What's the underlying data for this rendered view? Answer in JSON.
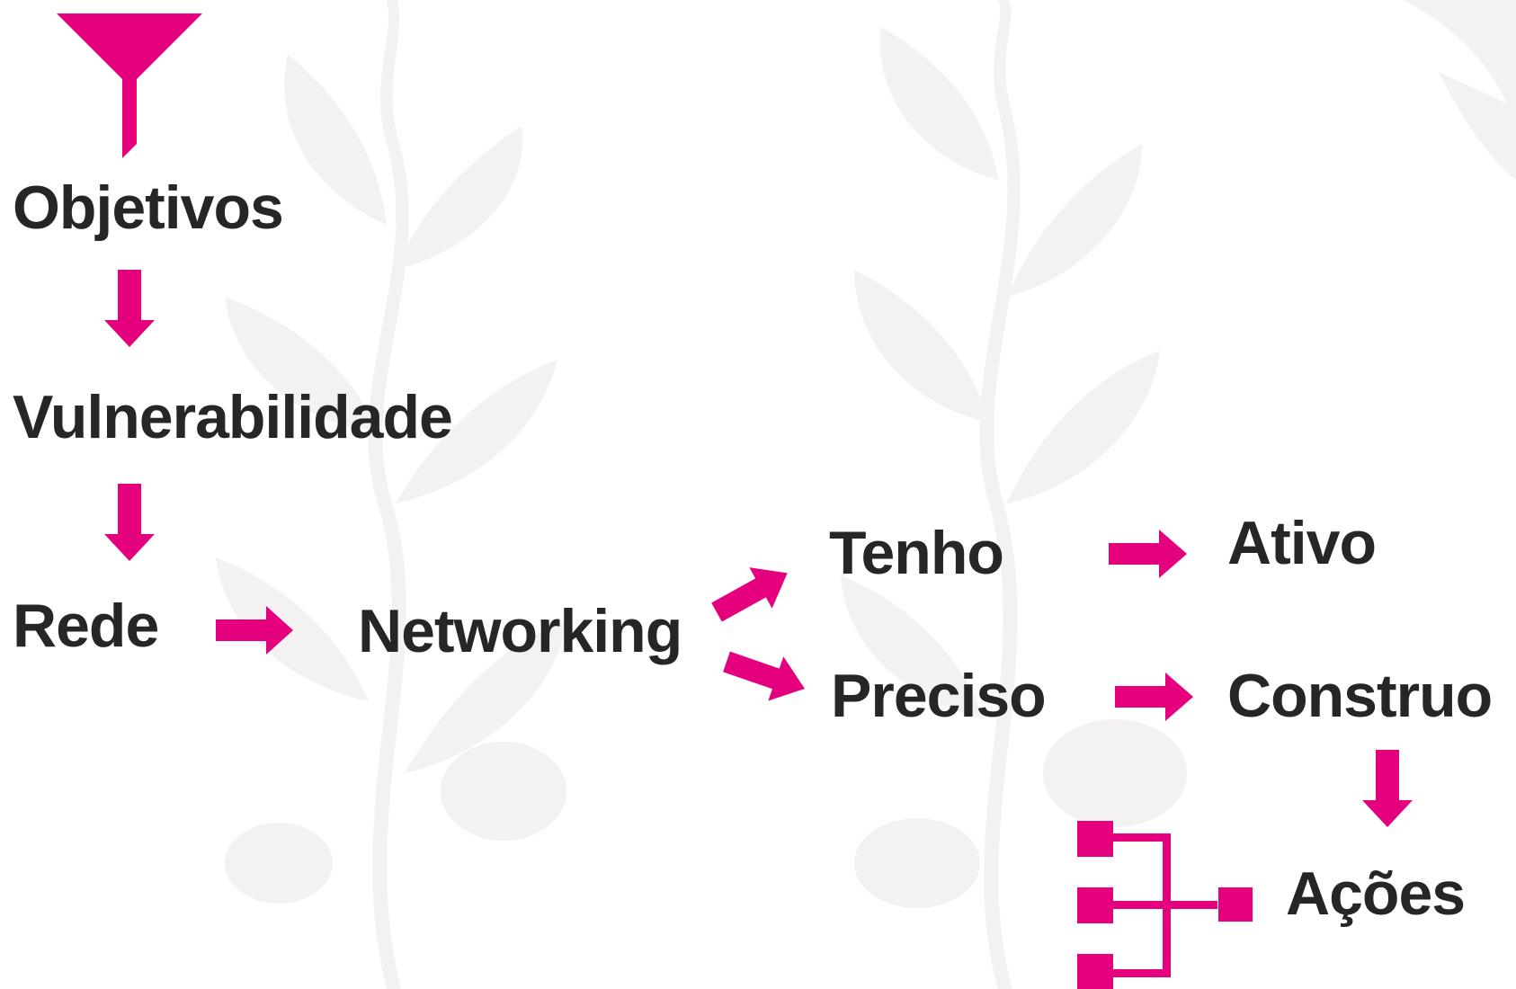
{
  "colors": {
    "accent": "#e5007e",
    "text": "#262626",
    "background": "#ffffff",
    "ornament": "#f1eff0"
  },
  "diagram": {
    "nodes": {
      "objetivos": "Objetivos",
      "vulnerabilidade": "Vulnerabilidade",
      "rede": "Rede",
      "networking": "Networking",
      "tenho": "Tenho",
      "preciso": "Preciso",
      "ativo": "Ativo",
      "construo": "Construo",
      "acoes": "Ações"
    },
    "icons": {
      "top": "funnel-icon",
      "bottom": "hierarchy-icon"
    },
    "edges": [
      {
        "from": "objetivos",
        "to": "vulnerabilidade"
      },
      {
        "from": "vulnerabilidade",
        "to": "rede"
      },
      {
        "from": "rede",
        "to": "networking"
      },
      {
        "from": "networking",
        "to": "tenho"
      },
      {
        "from": "networking",
        "to": "preciso"
      },
      {
        "from": "tenho",
        "to": "ativo"
      },
      {
        "from": "preciso",
        "to": "construo"
      },
      {
        "from": "construo",
        "to": "acoes"
      }
    ]
  }
}
